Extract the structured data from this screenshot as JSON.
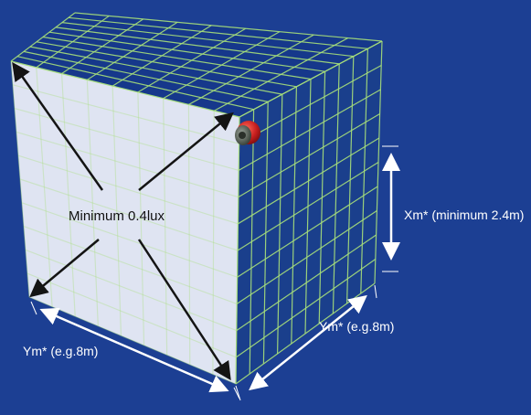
{
  "labels": {
    "center": "Minimum 0.4lux",
    "height": "Xm*  (minimum 2.4m)",
    "depth": "Ym*  (e.g.8m)",
    "width": "Ym*  (e.g.8m)"
  },
  "colors": {
    "background": "#1c3f93",
    "grid": "#a8e07a",
    "front_face": "#dfe4f2",
    "side_face": "#1a3f8c",
    "top_face": "#16388a",
    "arrow_dark": "#141414",
    "arrow_white": "#ffffff",
    "camera_red": "#d92a2a"
  },
  "icons": {
    "camera": "camera-icon"
  },
  "grid": {
    "front_cols": 9,
    "front_rows": 10,
    "side_cols": 10,
    "side_rows": 10,
    "top_depth": 10
  }
}
